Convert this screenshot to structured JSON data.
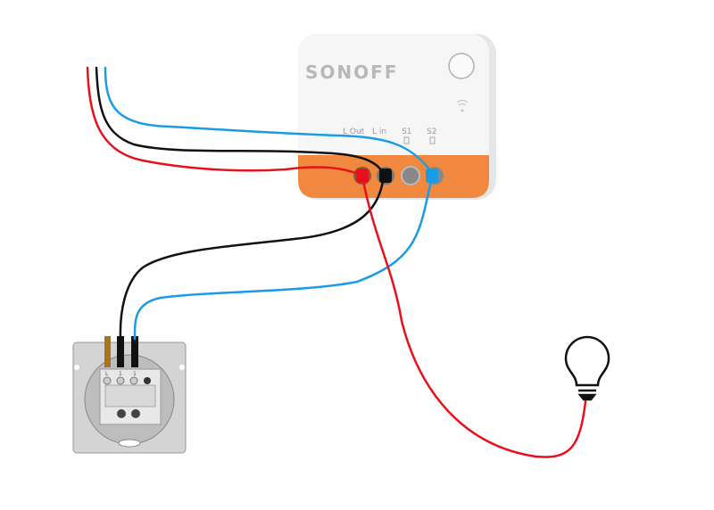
{
  "device": {
    "brand": "SONOFF",
    "terminals": [
      "L Out",
      "L in",
      "S1",
      "S2"
    ]
  },
  "switch": {
    "terminal_labels": [
      "L",
      "1",
      "1"
    ]
  },
  "colors": {
    "live": "#e8101a",
    "neutral_black": "#111111",
    "switch_wire": "#1a9be6",
    "device_accent": "#f0893f",
    "device_body": "#f4f4f4"
  },
  "icons": [
    "wifi-icon",
    "bulb-icon",
    "button-icon"
  ]
}
